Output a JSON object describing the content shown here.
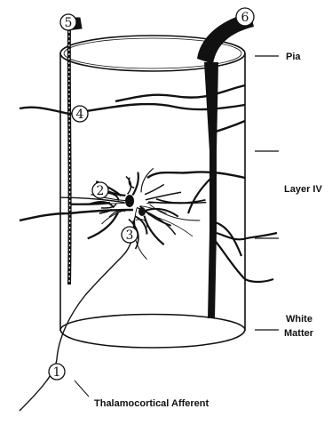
{
  "labels": {
    "pia": "Pia",
    "layer_iv": "Layer IV",
    "white_matter_line1": "White",
    "white_matter_line2": "Matter",
    "afferent": "Thalamocortical Afferent"
  },
  "markers": [
    "1",
    "2",
    "3",
    "4",
    "5",
    "6"
  ],
  "colors": {
    "ink": "#111111",
    "background": "#ffffff"
  }
}
